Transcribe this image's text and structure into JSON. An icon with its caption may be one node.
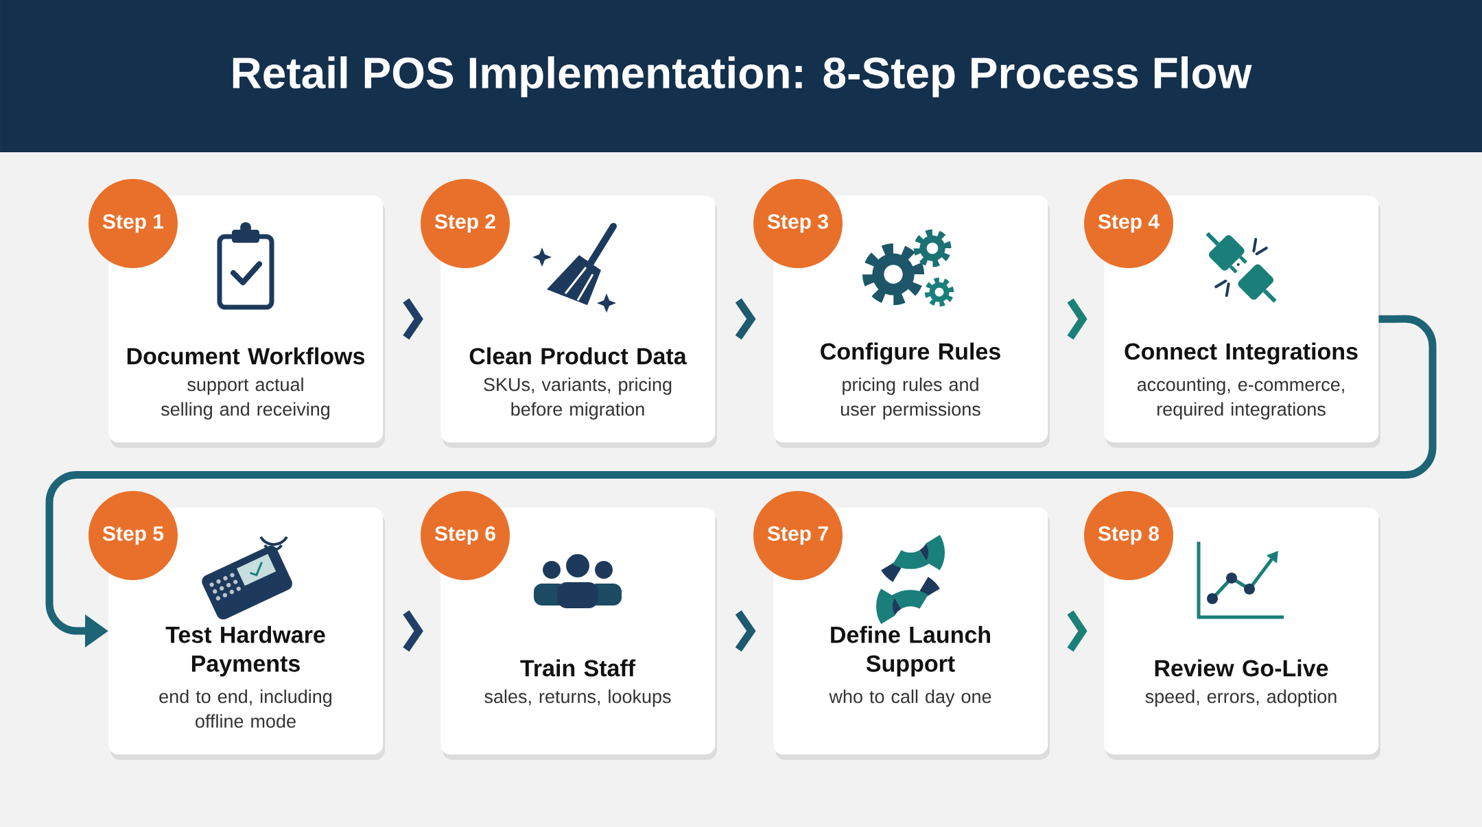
{
  "diagram": {
    "title": "Retail POS Implementation: 8-Step Process Flow",
    "nodes": [
      {
        "text": [
          "Step 1"
        ]
      },
      {
        "text": [
          "Document Workflows",
          "support actual selling and receiving"
        ]
      },
      {
        "text": [
          "Step 2"
        ]
      },
      {
        "text": [
          "Clean Product Data",
          "SKUs, variants, pricing before migration"
        ]
      },
      {
        "text": [
          "Step 3"
        ]
      },
      {
        "text": [
          "Configure Rules",
          "pricing rules and user permissions"
        ]
      },
      {
        "text": [
          "Step 4"
        ]
      },
      {
        "text": [
          "Connect Integrations",
          "accounting, e-commerce, required integrations"
        ]
      },
      {
        "text": [
          "Step 5"
        ]
      },
      {
        "text": [
          "Test Hardware Payments",
          "end to end, including offline mode"
        ]
      },
      {
        "text": [
          "Step 6"
        ]
      },
      {
        "text": [
          "Train Staff",
          "sales, returns, lookups"
        ]
      },
      {
        "text": [
          "Step 7"
        ]
      },
      {
        "text": [
          "Define Launch Support",
          "who to call day one"
        ]
      },
      {
        "text": [
          "Step 8"
        ]
      },
      {
        "text": [
          "Review Go-Live",
          "speed, errors, adoption"
        ]
      }
    ],
    "edges": [
      {
        "from": 1,
        "to": 3,
        "arrow": "to",
        "color": "#1f3f66"
      },
      {
        "from": 3,
        "to": 5,
        "arrow": "to",
        "color": "#1d5a6e"
      },
      {
        "from": 5,
        "to": 7,
        "arrow": "to",
        "color": "#1b8078"
      },
      {
        "from": 7,
        "to": 9,
        "arrow": "to",
        "color": "#1c6476"
      },
      {
        "from": 9,
        "to": 11,
        "arrow": "to",
        "color": "#1f3f66"
      },
      {
        "from": 11,
        "to": 13,
        "arrow": "to",
        "color": "#1d5a6e"
      },
      {
        "from": 13,
        "to": 15,
        "arrow": "to",
        "color": "#1b8078"
      }
    ]
  }
}
